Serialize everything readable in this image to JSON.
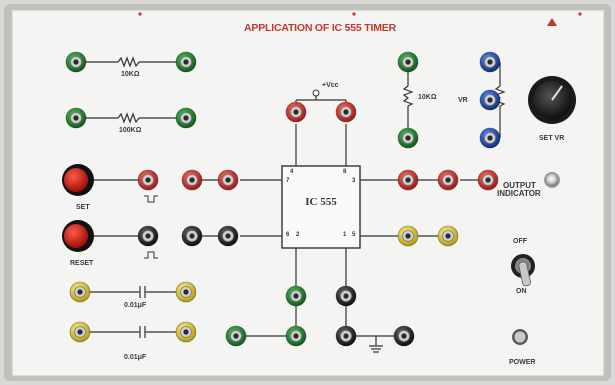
{
  "board": {
    "title": "APPLICATION OF IC 555 TIMER",
    "brand": [
      "",
      ""
    ],
    "brand_color": "#c0392b",
    "panel_color": "#f4f4f2"
  },
  "components": {
    "res_10k": "10KΩ",
    "res_100k": "100KΩ",
    "res_10k_right": "10KΩ",
    "vr_label": "VR",
    "set_vr": "SET VR",
    "vcc": "+Vcc",
    "ic": "IC 555",
    "cap1": "0.01μF",
    "cap2": "0.01μF"
  },
  "controls": {
    "set": "SET",
    "reset": "RESET",
    "output_indicator": [
      "OUTPUT",
      "INDICATOR"
    ],
    "off": "OFF",
    "on": "ON",
    "power": "POWER"
  },
  "ic_pins": {
    "p4": "4",
    "p8": "8",
    "p7": "7",
    "p3": "3",
    "p6": "6",
    "p2": "2",
    "p1": "1",
    "p5": "5"
  },
  "colors": {
    "red": "#c42b28",
    "green": "#1f7a2c",
    "black": "#1e1e1e",
    "blue": "#1d4fb8",
    "yellow": "#e8cf1b"
  }
}
